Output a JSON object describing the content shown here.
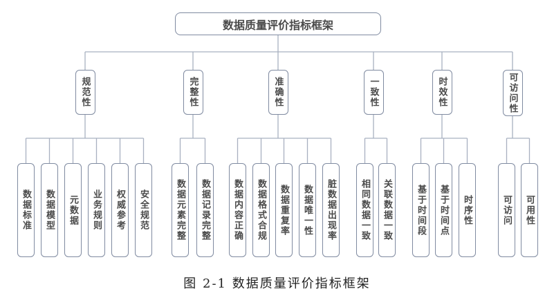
{
  "title": "数据质量评价指标框架",
  "categories": [
    {
      "label": "规范性",
      "children": [
        "数据标准",
        "数据模型",
        "元数据",
        "业务规则",
        "权威参考",
        "安全规范"
      ]
    },
    {
      "label": "完整性",
      "children": [
        "数据元素完整",
        "数据记录完整"
      ]
    },
    {
      "label": "准确性",
      "children": [
        "数据内容正确",
        "数据格式合规",
        "数据重复率",
        "数据唯一性",
        "脏数据出现率"
      ]
    },
    {
      "label": "一致性",
      "children": [
        "相同数据一致",
        "关联数据一致"
      ]
    },
    {
      "label": "时效性",
      "children": [
        "基于时间段",
        "基于时间点",
        "时序性"
      ]
    },
    {
      "label": "可访问性",
      "children": [
        "可访问",
        "可用性"
      ]
    }
  ],
  "caption": "图 2-1 数据质量评价指标框架",
  "colors": {
    "border": "#7f8aa0",
    "line": "#a8b0c0",
    "text": "#4a4a4a"
  }
}
